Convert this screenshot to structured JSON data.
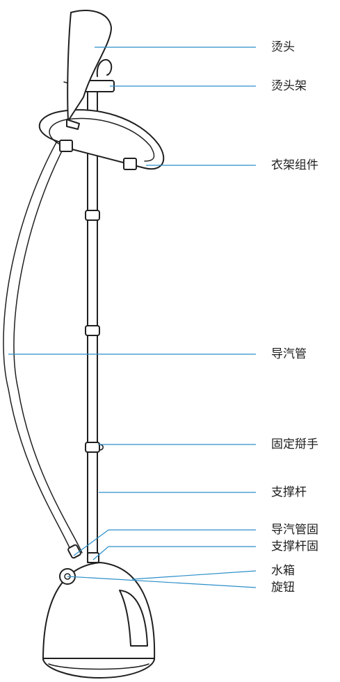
{
  "labels": {
    "iron_head": "烫头",
    "head_holder": "烫头架",
    "hanger": "衣架组件",
    "steam_hose": "导汽管",
    "lock_wrench": "固定搿手",
    "support_pole": "支撑杆",
    "hose_fixer": "导汽管固",
    "pole_fixer": "支撑杆固",
    "water_tank": "水箱",
    "knob": "旋钮"
  },
  "colors": {
    "leader_line": "#2a8ec9",
    "outline": "#1f1f1f",
    "label_text": "#1e1e1e"
  }
}
